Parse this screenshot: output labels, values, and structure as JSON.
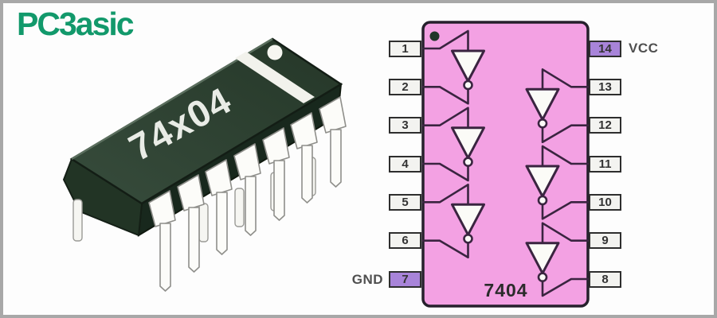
{
  "brand": {
    "name": "PCBasic",
    "display_parts": [
      "PC",
      "3",
      "asic"
    ],
    "color": "#12996b"
  },
  "chip_3d": {
    "marking": "74x04",
    "package": "DIP-14",
    "visible_front_pins": 7,
    "body_color": "#2b3f30",
    "stripe_color": "#f2f2ec"
  },
  "pinout": {
    "ic_label": "7404",
    "left_pins": [
      "1",
      "2",
      "3",
      "4",
      "5",
      "6",
      "7"
    ],
    "right_pins": [
      "14",
      "13",
      "12",
      "11",
      "10",
      "9",
      "8"
    ],
    "power_pins": [
      "14",
      "7"
    ],
    "vcc_label": "VCC",
    "gnd_label": "GND",
    "gates": [
      {
        "input": "1",
        "output": "2"
      },
      {
        "input": "3",
        "output": "4"
      },
      {
        "input": "5",
        "output": "6"
      },
      {
        "input": "13",
        "output": "12"
      },
      {
        "input": "11",
        "output": "10"
      },
      {
        "input": "9",
        "output": "8"
      }
    ],
    "colors": {
      "body": "#f3a1e3",
      "power_pin_fill": "#a884d9",
      "pin_box_fill": "#f3f3f0",
      "wire": "#3a2440"
    }
  }
}
